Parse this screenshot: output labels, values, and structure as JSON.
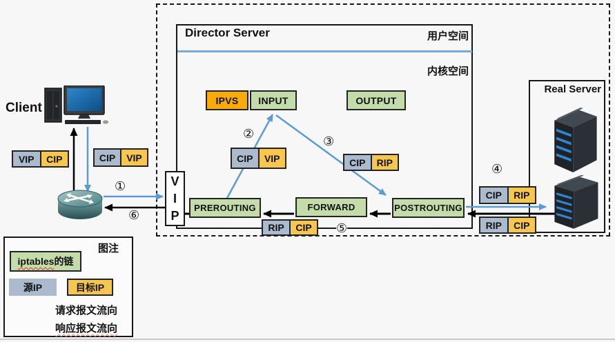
{
  "client": {
    "label": "Client"
  },
  "director": {
    "title": "Director Server",
    "user_space": "用户空间",
    "kernel_space": "内核空间"
  },
  "real_server": {
    "title": "Real Server"
  },
  "vip_box": {
    "l1": "V",
    "l2": "I",
    "l3": "P"
  },
  "chains": {
    "ipvs": "IPVS",
    "input": "INPUT",
    "output": "OUTPUT",
    "prerouting": "PREROUTING",
    "forward": "FORWARD",
    "postrouting": "POSTROUTING"
  },
  "packets": {
    "client_response": {
      "src": "VIP",
      "dst": "CIP"
    },
    "client_request": {
      "src": "CIP",
      "dst": "VIP"
    },
    "input_request": {
      "src": "CIP",
      "dst": "VIP"
    },
    "routed_request": {
      "src": "CIP",
      "dst": "RIP"
    },
    "to_real_request": {
      "src": "CIP",
      "dst": "RIP"
    },
    "from_real_response": {
      "src": "RIP",
      "dst": "CIP"
    },
    "director_response": {
      "src": "RIP",
      "dst": "CIP"
    }
  },
  "steps": {
    "s1": "①",
    "s2": "②",
    "s3": "③",
    "s4": "④",
    "s5": "⑤",
    "s6": "⑥"
  },
  "legend": {
    "title": "图注",
    "chain_en": "iptables",
    "chain_zh": "的链",
    "source_ip": "源IP",
    "dest_ip": "目标IP",
    "request_flow": "请求报文流向",
    "response_flow": "响应报文流向"
  },
  "colors": {
    "source_ip_bg": "#abbacd",
    "dest_ip_bg": "#f6c64f",
    "chain_bg": "#c3dcaa",
    "ipvs_bg": "#f9ab0c",
    "request_arrow": "#5b9bd5",
    "response_arrow": "#000000",
    "user_kernel_divider": "#79a9d8",
    "router_teal": "#4a7f82",
    "server_dark": "#23272c",
    "background": "#f7f7f8"
  }
}
